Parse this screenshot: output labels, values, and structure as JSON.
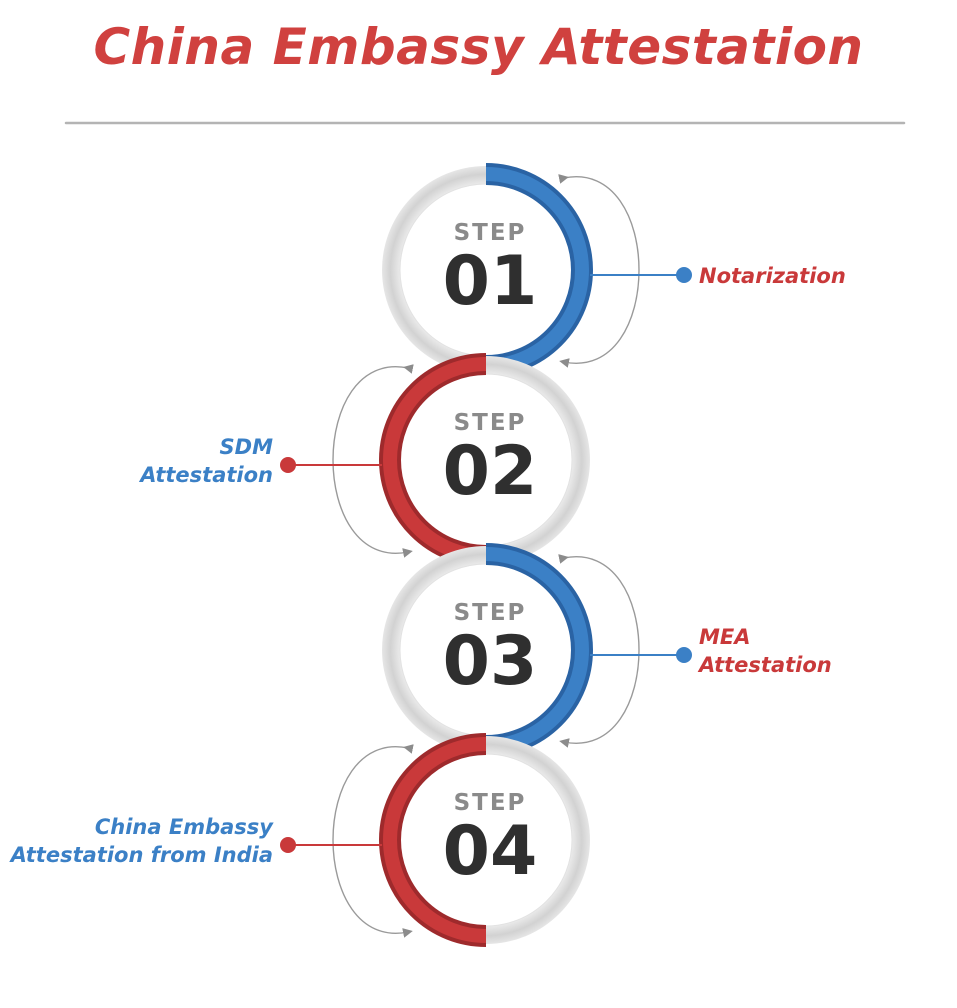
{
  "title": "China Embassy Attestation",
  "colors": {
    "title": "#d0413f",
    "blue": "#3b80c6",
    "blue_dark": "#2a63a4",
    "red": "#c9393a",
    "red_dark": "#9e2a2c",
    "gray_ring": "#d6d6d6",
    "connector": "#9a9a9a"
  },
  "steps": [
    {
      "word": "STEP",
      "number": "01",
      "label": [
        "Notarization"
      ],
      "side": "right",
      "accent": "blue",
      "label_color": "red"
    },
    {
      "word": "STEP",
      "number": "02",
      "label": [
        "SDM",
        "Attestation"
      ],
      "side": "left",
      "accent": "red",
      "label_color": "blue"
    },
    {
      "word": "STEP",
      "number": "03",
      "label": [
        "MEA",
        "Attestation"
      ],
      "side": "right",
      "accent": "blue",
      "label_color": "red"
    },
    {
      "word": "STEP",
      "number": "04",
      "label": [
        "China Embassy",
        "Attestation from India"
      ],
      "side": "left",
      "accent": "red",
      "label_color": "blue"
    }
  ]
}
